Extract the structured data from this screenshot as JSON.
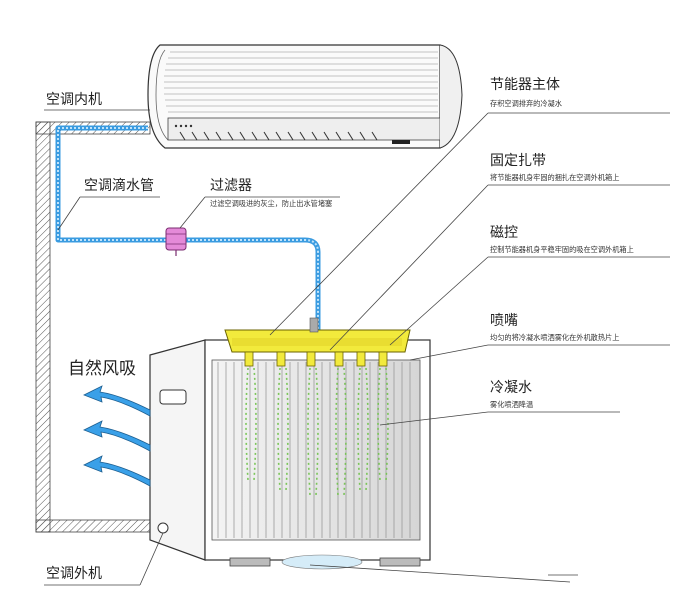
{
  "labels": {
    "indoor_unit": "空调内机",
    "drain_pipe": "空调滴水管",
    "filter": "过滤器",
    "filter_desc": "过滤空调吸进的灰尘，防止出水管堵塞",
    "main_body": "节能器主体",
    "main_body_desc": "存积空调排弃的冷凝水",
    "strap": "固定扎带",
    "strap_desc": "将节能器机身牢固的捆扎在空调外机箱上",
    "magnet": "磁控",
    "magnet_desc": "控制节能器机身平稳牢固的吸在空调外机箱上",
    "nozzle": "喷嘴",
    "nozzle_desc": "均匀的将冷凝水喷洒雾化在外机散热片上",
    "condensate": "冷凝水",
    "condensate_desc": "雾化喷洒降温",
    "natural_air": "自然风吸",
    "outdoor_unit": "空调外机"
  },
  "colors": {
    "pipe": "#3a9be0",
    "pipe_light": "#bfe3fb",
    "energy_saver": "#f2ea3c",
    "filter": "#e48ad8",
    "spray": "#6fc24a",
    "arrow": "#3aa0e8",
    "line": "#444444"
  },
  "icons": {
    "filter": "filter-canister-icon",
    "air_arrow": "curved-arrow-icon",
    "nozzle": "spray-nozzle-icon"
  }
}
